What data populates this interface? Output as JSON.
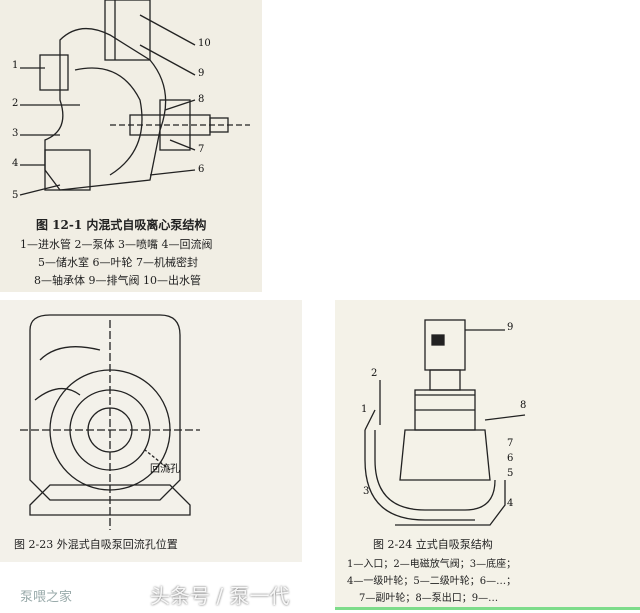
{
  "figure1": {
    "title": "图 12-1  内混式自吸离心泵结构",
    "legend": [
      "1—进水管  2—泵体  3—喷嘴  4—回流阀",
      "5—储水室  6—叶轮  7—机械密封",
      "8—轴承体  9—排气阀  10—出水管"
    ],
    "labels": [
      "1",
      "2",
      "3",
      "4",
      "5",
      "6",
      "7",
      "8",
      "9",
      "10"
    ]
  },
  "figure2": {
    "title": "图 2-23   外混式自吸泵回流孔位置",
    "callout": "回流孔"
  },
  "figure3": {
    "title": "图 2-24   立式自吸泵结构",
    "legend": [
      "1—入口；2—电磁放气阀；3—底座；",
      "4—一级叶轮；5—二级叶轮；6—…；",
      "7—副叶轮；8—泵出口；9—…"
    ],
    "labels": [
      "1",
      "2",
      "3",
      "4",
      "5",
      "6",
      "7",
      "8",
      "9"
    ]
  },
  "watermark": {
    "text": "头条号 / 泵一代",
    "secondary": "泵喂之家"
  }
}
